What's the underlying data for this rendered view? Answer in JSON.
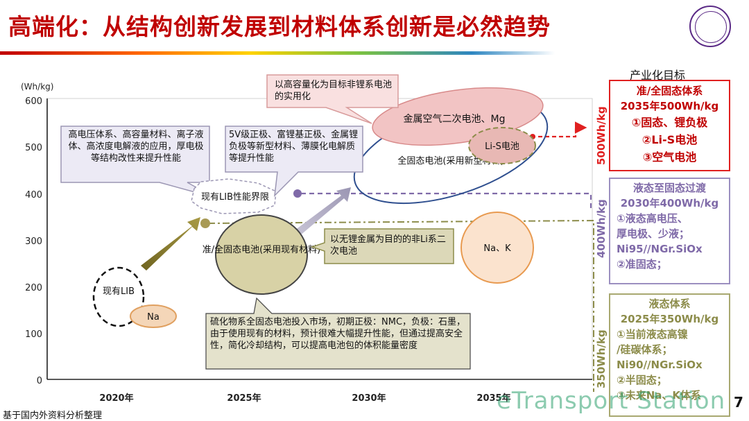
{
  "title": "高端化：从结构创新发展到材料体系创新是必然趋势",
  "axis": {
    "y_unit": "(Wh/kg)",
    "y_ticks": [
      "600",
      "500",
      "400",
      "300",
      "200",
      "100",
      "0"
    ],
    "x_ticks": [
      "2020年",
      "2025年",
      "2030年",
      "2035年"
    ]
  },
  "ellipses": {
    "lib": "现有LIB",
    "na": "Na",
    "semi_solid": "准/全固态电池(采用现有材料)",
    "solid_new": "全固态电池(采用新型材料)",
    "metal_air": "金属空气二次电池、Mg",
    "li_s": "Li-S电池",
    "na_k": "Na、K"
  },
  "callouts": {
    "high_voltage": "高电压体系、高容量材料、离子液体、高浓度电解液的应用，厚电极等结构改性来提升性能",
    "lib_limit": "现有LIB性能界限",
    "new_materials": "5V级正极、富锂基正极、金属锂负极等新型材料、薄膜化电解质等提升性能",
    "high_capacity": "以高容量化为目标非锂系电池的实用化",
    "non_li": "以无锂金属为目的的非Li系二次电池",
    "sulfide": "硫化物系全固态电池投入市场，初期正极：NMC，负极：石墨，由于使用现有的材料，预计很难大幅提升性能，但通过提高安全性，简化冷却结构，可以提高电池包的体积能量密度"
  },
  "right": {
    "heading": "产业化目标",
    "p500": {
      "label": "500Wh/kg",
      "title": "准/全固态体系",
      "year": "2035年500Wh/kg",
      "items": [
        "①固态、锂负极",
        "②Li-S电池",
        "③空气电池"
      ],
      "color": "#e02020"
    },
    "p400": {
      "label": "400Wh/kg",
      "title": "液态至固态过渡",
      "year": "2030年400Wh/kg",
      "items": [
        "①液态高电压、",
        "厚电极、少液；",
        "Ni95//NGr.SiOx",
        "②准固态；"
      ],
      "color": "#7f6aa8"
    },
    "p350": {
      "label": "350Wh/kg",
      "title": "液态体系",
      "year": "2025年350Wh/kg",
      "items": [
        "①当前液态高镍",
        "/硅碳体系；",
        "Ni90//NGr.SiOx",
        "②半固态；",
        "③未来Na、K体系"
      ],
      "color": "#8c8c4a"
    }
  },
  "footer": {
    "source": "基于国内外资料分析整理",
    "watermark": "eTransport Station",
    "page_no": "7"
  }
}
